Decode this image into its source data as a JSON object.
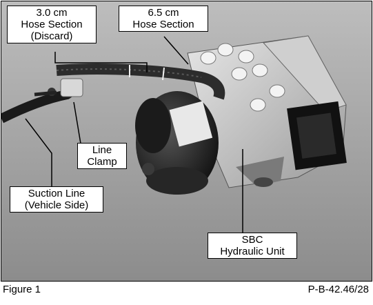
{
  "callouts": {
    "hose_3cm": [
      "3.0 cm",
      "Hose Section",
      "(Discard)"
    ],
    "hose_6_5cm": [
      "6.5 cm",
      "Hose Section"
    ],
    "line_clamp": [
      "Line",
      "Clamp"
    ],
    "suction_line": [
      "Suction Line",
      "(Vehicle Side)"
    ],
    "sbc_unit": [
      "SBC",
      "Hydraulic Unit"
    ]
  },
  "caption": {
    "figure": "Figure 1",
    "reference": "P-B-42.46/28"
  }
}
